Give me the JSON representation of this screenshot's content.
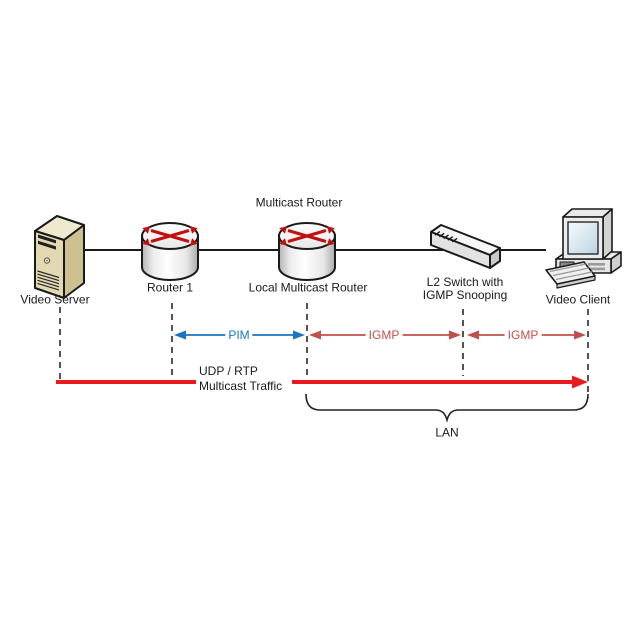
{
  "colors": {
    "pim": "#1b75bc",
    "igmp": "#c0504d",
    "traffic": "#e8191f",
    "outline": "#1a1a1a",
    "router_arrow": "#c01010"
  },
  "diagram": {
    "title_above_router": "Multicast Router",
    "devices": {
      "video_server": {
        "label": "Video Server"
      },
      "router1": {
        "label": "Router 1"
      },
      "local_multicast_router": {
        "label": "Local Multicast Router"
      },
      "l2_switch": {
        "label_line1": "L2 Switch with",
        "label_line2": "IGMP Snooping"
      },
      "video_client": {
        "label": "Video Client"
      }
    },
    "protocols": {
      "pim": {
        "label": "PIM"
      },
      "igmp_left": {
        "label": "IGMP"
      },
      "igmp_right": {
        "label": "IGMP"
      }
    },
    "traffic": {
      "line1": "UDP / RTP",
      "line2": "Multicast Traffic"
    },
    "lan": {
      "label": "LAN"
    }
  }
}
